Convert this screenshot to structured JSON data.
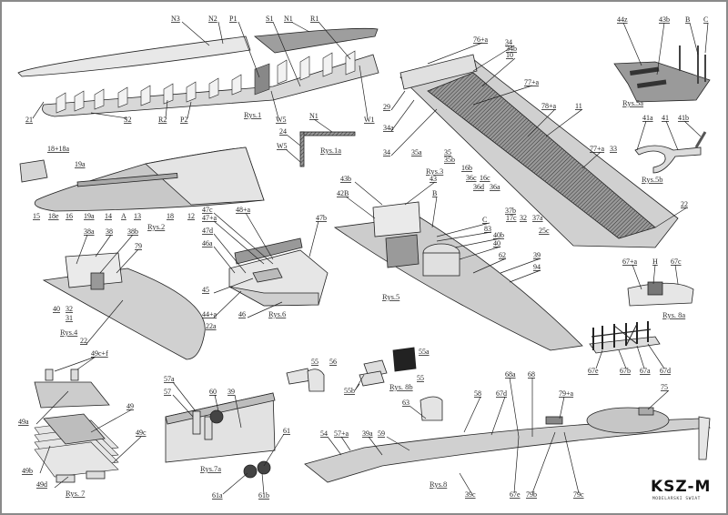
{
  "sheet": {
    "figures": [
      {
        "caption": "Rys.1",
        "labels": [
          "N3",
          "N2",
          "P1",
          "S1",
          "N1",
          "R1",
          "21",
          "S2",
          "R2",
          "P2",
          "W5",
          "W1"
        ]
      },
      {
        "caption": "Rys.1a",
        "labels": [
          "N1",
          "24",
          "W5"
        ]
      },
      {
        "caption": "Rys.2",
        "labels": [
          "18+18a",
          "19a",
          "15",
          "18e",
          "16",
          "19a",
          "14",
          "A",
          "13",
          "18",
          "12"
        ]
      },
      {
        "caption": "Rys.3",
        "labels": [
          "76+a",
          "34",
          "34b",
          "10",
          "77+a",
          "29",
          "34a",
          "34",
          "35a",
          "35",
          "35b",
          "78+a",
          "11",
          "16b",
          "36c",
          "16c",
          "36d",
          "36a",
          "37b",
          "17c",
          "32",
          "37a",
          "25c",
          "77+a",
          "33",
          "22"
        ]
      },
      {
        "caption": "Rys.4",
        "labels": [
          "38a",
          "38",
          "38b",
          "79",
          "40",
          "32",
          "31",
          "22",
          "22a"
        ]
      },
      {
        "caption": "Rys.5",
        "labels": [
          "43b",
          "43",
          "42B",
          "B",
          "C",
          "83",
          "40b",
          "40",
          "62",
          "39",
          "94"
        ]
      },
      {
        "caption": "Rys.5a",
        "labels": [
          "44z",
          "43b",
          "B",
          "C"
        ]
      },
      {
        "caption": "Rys.5b",
        "labels": [
          "41a",
          "41",
          "41b"
        ]
      },
      {
        "caption": "Rys.6",
        "labels": [
          "47c",
          "48+a",
          "47+a",
          "47d",
          "46a",
          "47b",
          "45",
          "44+a",
          "46"
        ]
      },
      {
        "caption": "Rys. 7",
        "labels": [
          "49c+f",
          "49a",
          "49",
          "49c",
          "49b",
          "49d"
        ]
      },
      {
        "caption": "Rys.7a",
        "labels": [
          "57a",
          "57",
          "60",
          "39",
          "61",
          "61a",
          "61b"
        ]
      },
      {
        "caption": "Rys.8",
        "labels": [
          "55",
          "56",
          "54",
          "57+a",
          "39a",
          "59",
          "63",
          "58",
          "67d",
          "68a",
          "68",
          "79+a",
          "75",
          "39c",
          "67e",
          "79b",
          "79c"
        ]
      },
      {
        "caption": "Rys. 8a",
        "labels": [
          "67+a",
          "H",
          "67c"
        ]
      },
      {
        "caption": "Rys. 8b",
        "labels": [
          "55a",
          "55",
          "55b"
        ]
      },
      {
        "caption": "",
        "labels": [
          "67e",
          "67b",
          "67a",
          "67d"
        ]
      }
    ],
    "logo": {
      "main": "KSZ-M",
      "sub": "MODELARSKI SWIAT"
    },
    "colors": {
      "line": "#222222",
      "fill_light": "#e6e6e6",
      "fill_mid": "#bdbdbd",
      "fill_dark": "#8c8c8c",
      "frame": "#8a8a8a"
    }
  }
}
